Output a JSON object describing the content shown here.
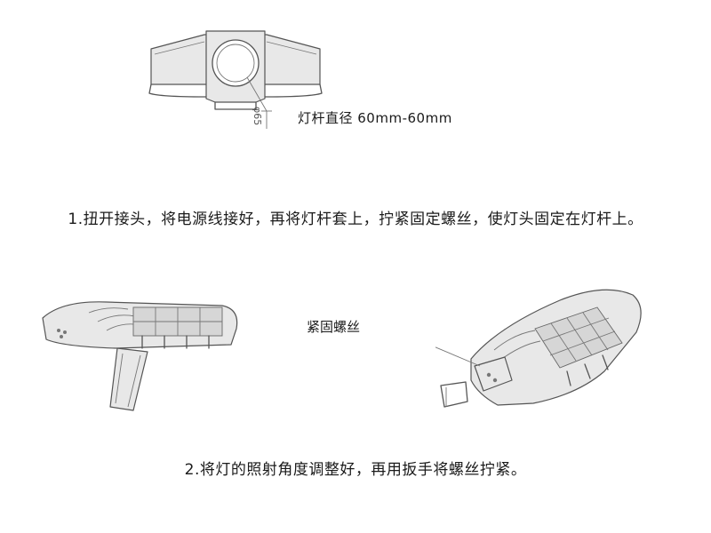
{
  "diagram": {
    "pole_diameter_caption": "灯杆直径 60mm-60mm",
    "dimension_label": "φ65",
    "step1_text": "1.扭开接头，将电源线接好，再将灯杆套上，拧紧固定螺丝，使灯头固定在灯杆上。",
    "screw_label": "紧固螺丝",
    "step2_text": "2.将灯的照射角度调整好，再用扳手将螺丝拧紧。"
  },
  "colors": {
    "line": "#555555",
    "panel": "#d6d6d6",
    "text": "#1a1a1a"
  }
}
